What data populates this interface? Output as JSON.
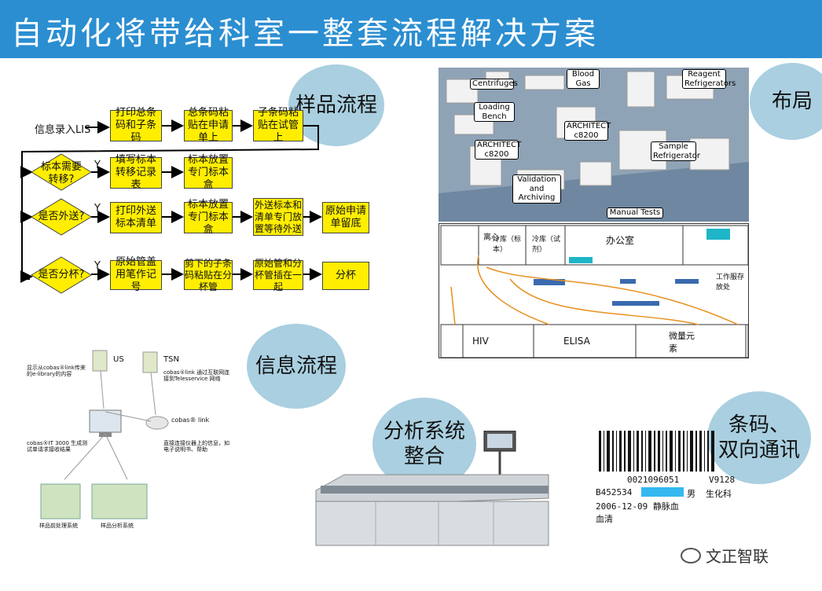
{
  "title": "自动化将带给科室一整套流程解决方案",
  "bubbles": {
    "sample_flow": "样品流程",
    "layout": "布局",
    "info_flow": "信息流程",
    "analysis_line1": "分析系统",
    "analysis_line2": "整合",
    "barcode_line1": "条码、",
    "barcode_line2": "双向通讯"
  },
  "flow": {
    "row1": [
      "信息录入LIS",
      "打印总条码和子条码",
      "总条码粘贴在申请单上",
      "子条码粘贴在试管上"
    ],
    "row2": {
      "decision": "标本需要转移?",
      "yes": "Y",
      "steps": [
        "填写标本转移记录表",
        "标本放置专门标本盒"
      ]
    },
    "row3": {
      "decision": "是否外送?",
      "yes": "Y",
      "steps": [
        "打印外送标本清单",
        "标本放置专门标本盒",
        "外送标本和清单专门放置等待外送",
        "原始申请单留底"
      ]
    },
    "row4": {
      "decision": "是否分杯?",
      "yes": "Y",
      "steps": [
        "原始管盖用笔作记号",
        "剪下的子条码粘贴在分杯管",
        "原始管和分杯管插在一起",
        "分杯"
      ]
    }
  },
  "layout3d_labels": [
    "Centrifuges",
    "Blood Gas",
    "Reagent Refrigerators",
    "Loading Bench",
    "ARCHITECT c8200",
    "ARCHITECT c8200",
    "Sample Refrigerator",
    "Validation and Archiving",
    "Manual Tests"
  ],
  "floor_labels": [
    "离心",
    "冷库（标本）",
    "冷库（试剂）",
    "办公室",
    "工作服存放处",
    "HIV",
    "ELISA",
    "微量元素"
  ],
  "info_diagram": {
    "us": "US",
    "tsn": "TSN",
    "cobas_link": "cobas® link",
    "note_left_top": "显示从cobas®link传来的e-library的内容",
    "note_right_top": "cobas®link 通过互联网连接到Telesservice 网络",
    "note_left_mid": "cobas®IT 3000 生成测试单请求接收结果",
    "note_right_mid": "直接连接仪器上的信息，如电子说明书、帮助",
    "cap_left": "样品前处理系统",
    "cap_right": "样品分析系统"
  },
  "barcode": {
    "number": "0021096051",
    "code_right": "V9128",
    "patient_id": "B452534",
    "sex": "男",
    "dept": "生化科",
    "date": "2006-12-09 静脉血",
    "specimen": "血清"
  },
  "watermark": "文正智联",
  "colors": {
    "title_bar": "#2b8ed1",
    "bubble": "#a9cfe0",
    "flow_box": "#ffee00",
    "floor_arrow": "#e8901e"
  }
}
